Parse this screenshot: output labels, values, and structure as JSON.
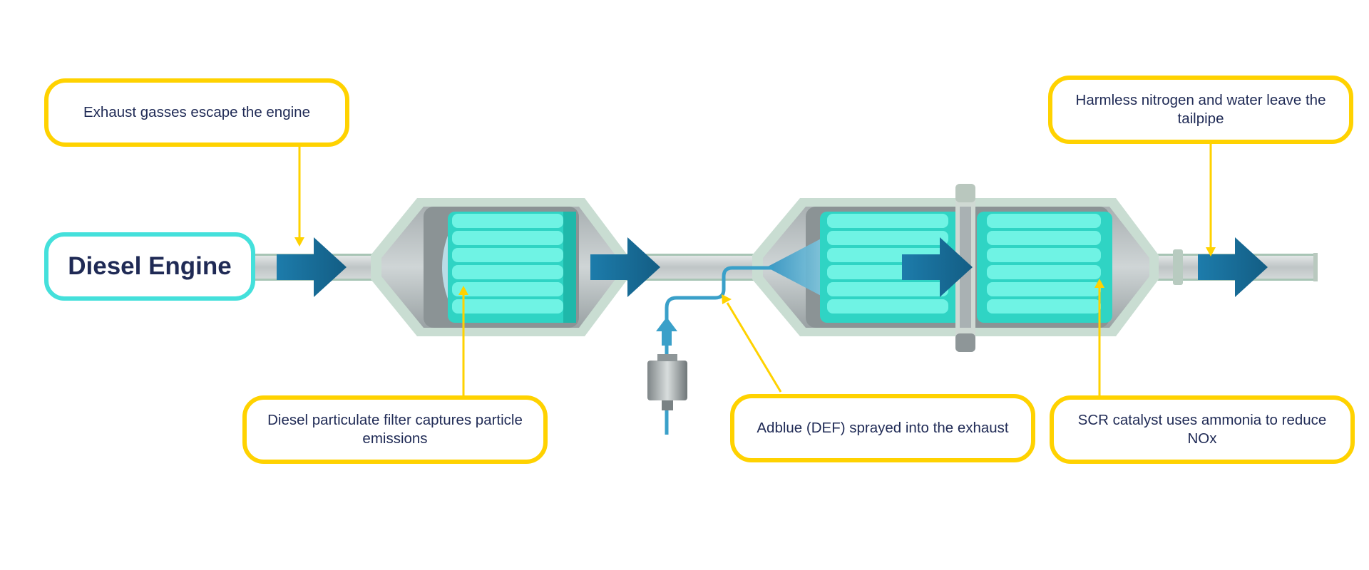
{
  "engine": {
    "label": "Diesel Engine"
  },
  "callouts": {
    "exhaust": "Exhaust gasses escape the engine",
    "dpf": "Diesel particulate filter captures particle emissions",
    "adblue": "Adblue (DEF) sprayed into the exhaust",
    "scr": "SCR catalyst uses ammonia to reduce NOx",
    "tailpipe": "Harmless nitrogen and water leave the tailpipe"
  },
  "colors": {
    "callout_border": "#FFD200",
    "engine_border": "#44E0DB",
    "flow_arrow": "#1A6E9B",
    "filter_cyan": "#3FEDD9",
    "pipe_gray": "#C7CCCC",
    "text_navy": "#1f2a55"
  }
}
